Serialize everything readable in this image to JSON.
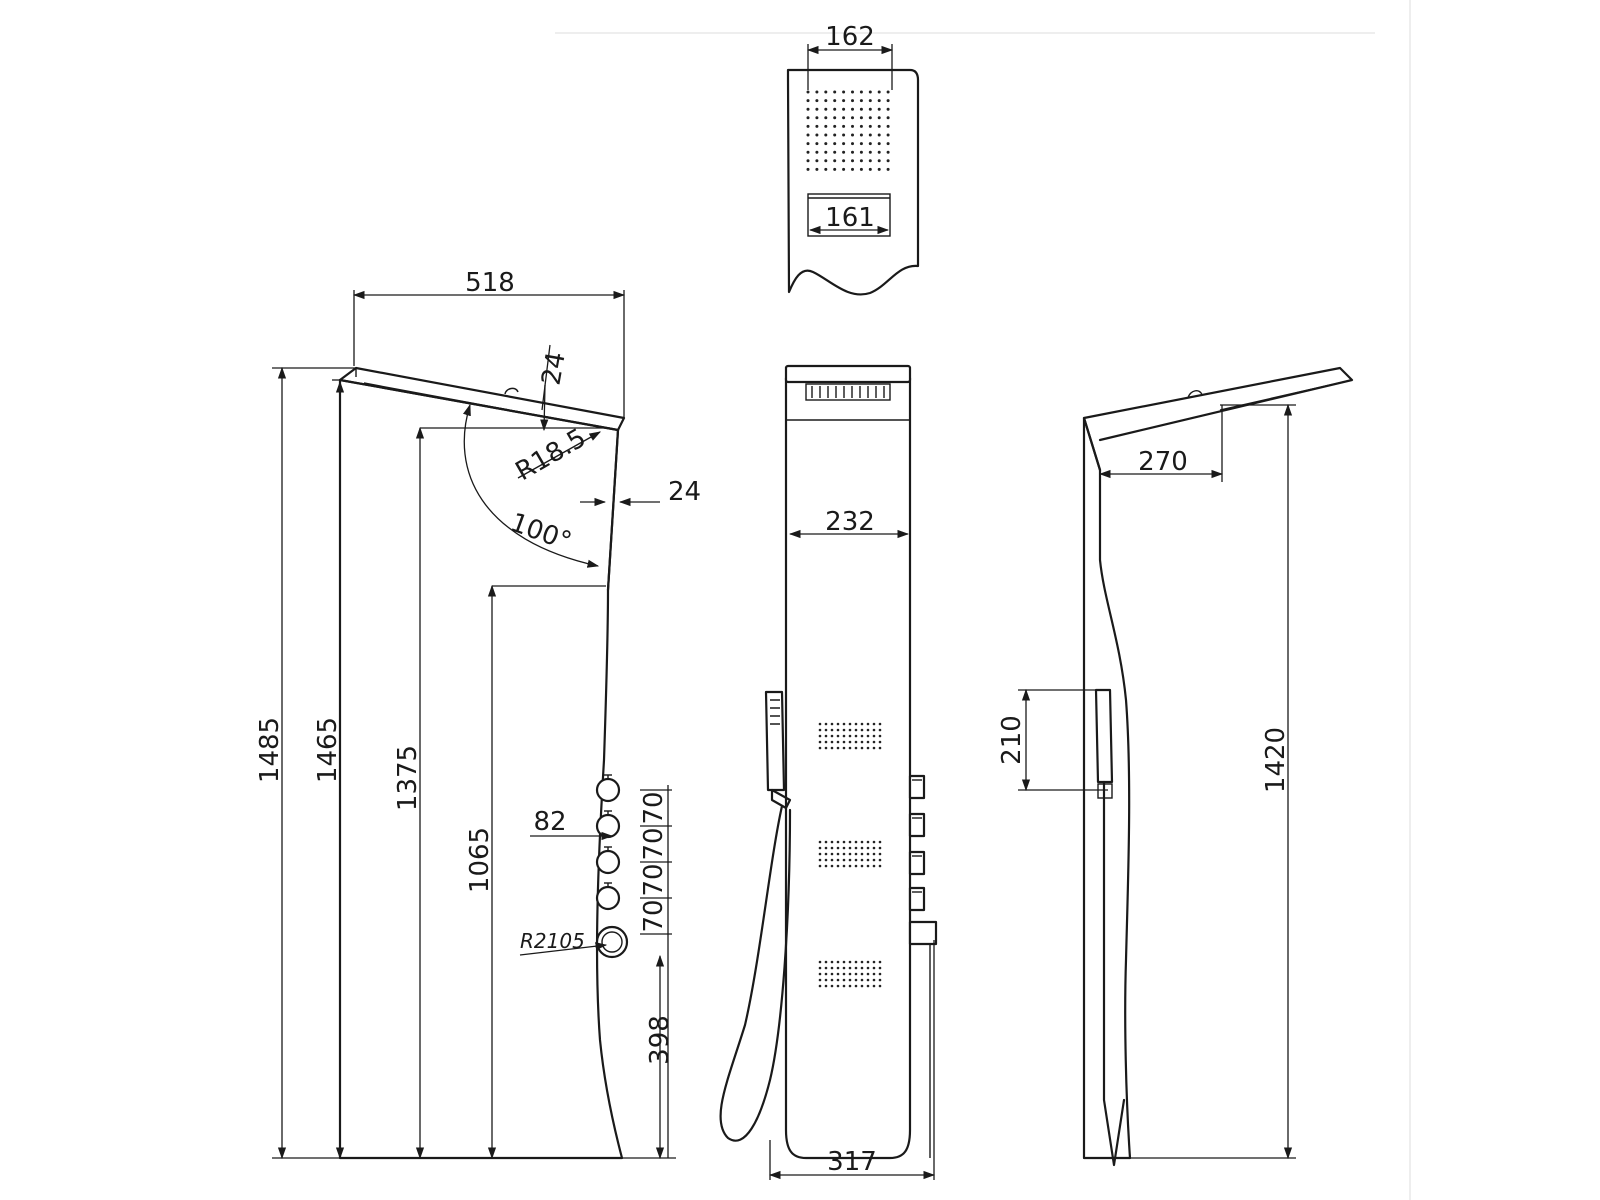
{
  "views": {
    "top": {
      "labels": {
        "spray_width": "162",
        "window_width": "161"
      }
    },
    "side_left": {
      "labels": {
        "depth": "518",
        "head_thickness": "24",
        "head_radius": "R18.5",
        "panel_thickness": "24",
        "head_angle": "100°",
        "overall_height": "1485",
        "height_2": "1465",
        "height_3": "1375",
        "height_4": "1065",
        "knob_offset": "82",
        "knob_spacing": [
          "70",
          "70",
          "70",
          "70"
        ],
        "knob_radius": "R2105",
        "floor_to_knob": "398"
      }
    },
    "front": {
      "labels": {
        "panel_width": "232",
        "base_width": "317"
      }
    },
    "side_right": {
      "labels": {
        "head_projection": "270",
        "handshower_bracket": "210",
        "head_height": "1420"
      }
    }
  }
}
